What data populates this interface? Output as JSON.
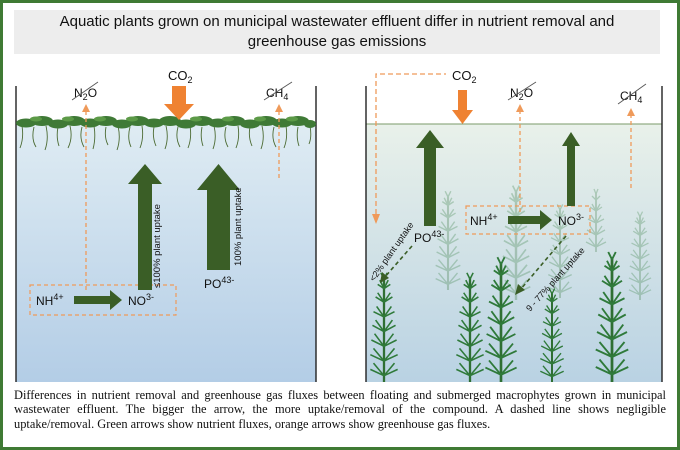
{
  "title": "Aquatic plants grown on municipal wastewater effluent differ in nutrient removal and greenhouse gas emissions",
  "left_panel": {
    "n2o": {
      "main": "N",
      "sub": "2",
      "tail": "O"
    },
    "co2": {
      "main": "CO",
      "sub": "2"
    },
    "ch4": {
      "main": "CH",
      "sub": "4"
    },
    "nh4": {
      "main": "NH",
      "sup": "4+"
    },
    "no3": {
      "main": "NO",
      "sup": "3-"
    },
    "po4": {
      "main": "PO",
      "sup": "43-"
    },
    "no3_uptake_label": "≤100% plant uptake",
    "po4_uptake_label": "100% plant uptake"
  },
  "right_panel": {
    "co2": {
      "main": "CO",
      "sub": "2"
    },
    "n2o": {
      "main": "N",
      "sub": "2",
      "tail": "O"
    },
    "ch4": {
      "main": "CH",
      "sub": "4"
    },
    "nh4": {
      "main": "NH",
      "sup": "4+"
    },
    "no3": {
      "main": "NO",
      "sup": "3-"
    },
    "po4": {
      "main": "PO",
      "sup": "43-"
    },
    "po4_uptake_label": "<2% plant uptake",
    "no3_uptake_label": "9 - 77% plant uptake"
  },
  "caption": "Differences in nutrient removal and greenhouse gas fluxes between floating and submerged macrophytes grown in municipal wastewater effluent. The bigger the arrow, the more uptake/removal of the compound. A dashed line shows negligible uptake/removal. Green arrows show nutrient fluxes, orange arrows show greenhouse gas fluxes.",
  "colors": {
    "nutrient_arrow": "#3a5e26",
    "gas_arrow": "#ef8232",
    "dashed_line": "#ef9a5a",
    "water_top": "#dfecf3",
    "water_bottom": "#b3cde6",
    "right_water_top": "#e9f1ea",
    "right_water_bottom": "#b9d2e3",
    "floating_plants": "#3f7a36",
    "submerged_plants": "#2f7a3a",
    "frame": "#3f7a34"
  },
  "icons": [
    "floating-plant-mat",
    "submerged-plant",
    "strike-through-icon"
  ]
}
